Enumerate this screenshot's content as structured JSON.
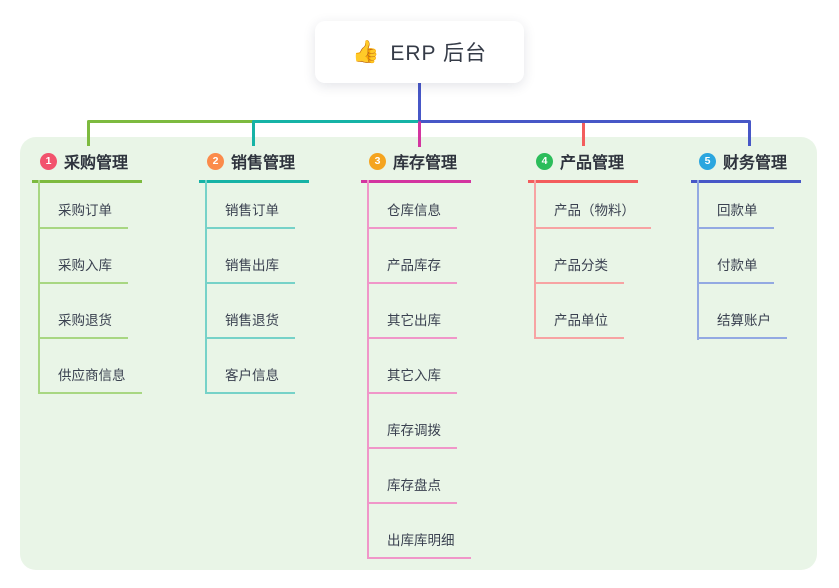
{
  "root": {
    "icon": "👍",
    "label": "ERP 后台"
  },
  "connector_colors": {
    "root": "#4757c7"
  },
  "branches": [
    {
      "index": "1",
      "label": "采购管理",
      "badge_color": "#f2536d",
      "line_color": "#7dba3f",
      "child_line_color": "#a8d782",
      "children": [
        "采购订单",
        "采购入库",
        "采购退货",
        "供应商信息"
      ]
    },
    {
      "index": "2",
      "label": "销售管理",
      "badge_color": "#fb8b4b",
      "line_color": "#16b3a6",
      "child_line_color": "#76d2c8",
      "children": [
        "销售订单",
        "销售出库",
        "销售退货",
        "客户信息"
      ]
    },
    {
      "index": "3",
      "label": "库存管理",
      "badge_color": "#f5a41f",
      "line_color": "#d335a0",
      "child_line_color": "#f096c9",
      "children": [
        "仓库信息",
        "产品库存",
        "其它出库",
        "其它入库",
        "库存调拨",
        "库存盘点",
        "出库库明细"
      ]
    },
    {
      "index": "4",
      "label": "产品管理",
      "badge_color": "#2cbd5b",
      "line_color": "#f35d5d",
      "child_line_color": "#f7a3a3",
      "children": [
        "产品（物料）",
        "产品分类",
        "产品单位"
      ]
    },
    {
      "index": "5",
      "label": "财务管理",
      "badge_color": "#2ba6df",
      "line_color": "#4757c7",
      "child_line_color": "#93a9e2",
      "children": [
        "回款单",
        "付款单",
        "结算账户"
      ]
    }
  ]
}
